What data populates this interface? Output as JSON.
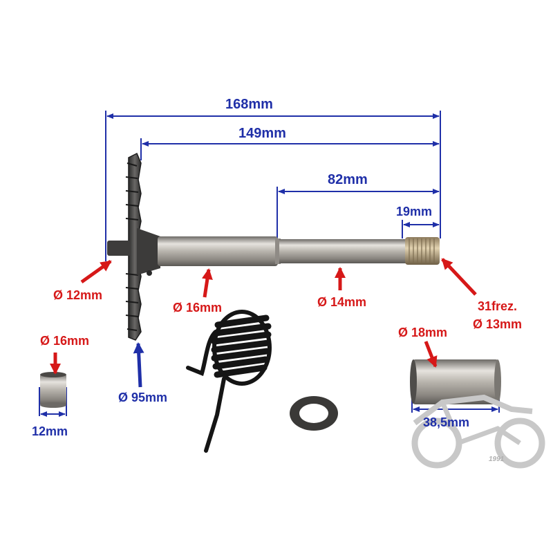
{
  "colors": {
    "dimension_blue": "#1f2fa8",
    "arrow_red": "#d61818",
    "shaft_steel": "#b8b4ad",
    "gear_dark": "#3a3a3a",
    "spring_black": "#1a1a1a",
    "watermark_gray": "#c8c8c8"
  },
  "dimensions": {
    "overall_length": "168mm",
    "length_from_gear": "149mm",
    "thin_section_length": "82mm",
    "spline_length": "19mm",
    "washer_bushing_length": "12mm",
    "sleeve_length": "38,5mm"
  },
  "diameters": {
    "shaft_end": "Ø 12mm",
    "shaft_thick": "Ø 16mm",
    "shaft_thin": "Ø 14mm",
    "spline_teeth": "31frez.",
    "spline_diameter": "Ø 13mm",
    "gear": "Ø 95mm",
    "small_bushing": "Ø 16mm",
    "sleeve": "Ø 18mm"
  },
  "watermark": {
    "year": "1991"
  }
}
